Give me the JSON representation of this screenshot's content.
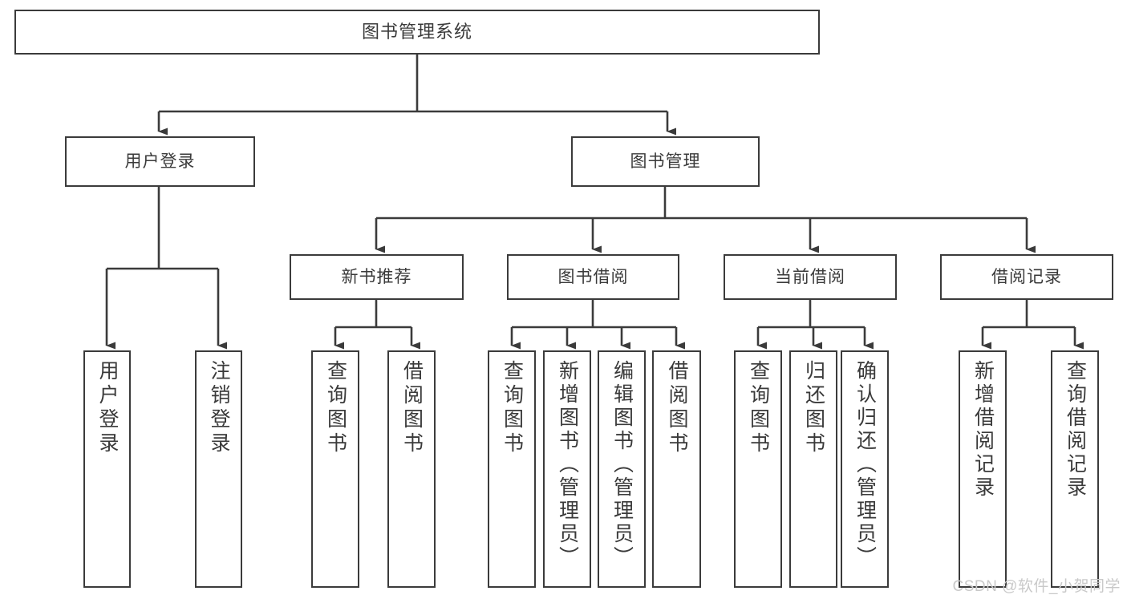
{
  "diagram": {
    "title": "图书管理系统",
    "type": "tree",
    "watermark": "CSDN @软件_小贺同学",
    "colors": {
      "box_border": "#3b3b3b",
      "box_fill": "#ffffff",
      "edge": "#3b3b3b",
      "text": "#3a3a3a",
      "watermark": "#c9c9c9",
      "background": "#ffffff"
    },
    "levels": {
      "root": "图书管理系统",
      "level2": [
        "用户登录",
        "图书管理"
      ],
      "level3": [
        "新书推荐",
        "图书借阅",
        "当前借阅",
        "借阅记录"
      ]
    },
    "nodes": {
      "root": {
        "label": "图书管理系统"
      },
      "user_login": {
        "label": "用户登录"
      },
      "book_manage": {
        "label": "图书管理"
      },
      "new_book_rec": {
        "label": "新书推荐"
      },
      "book_borrow": {
        "label": "图书借阅"
      },
      "current_borrow": {
        "label": "当前借阅"
      },
      "borrow_record": {
        "label": "借阅记录"
      },
      "leaf_user_login": {
        "label": "用户登录"
      },
      "leaf_logout": {
        "label": "注销登录"
      },
      "leaf_query_book_1": {
        "label": "查询图书"
      },
      "leaf_borrow_book_1": {
        "label": "借阅图书"
      },
      "leaf_query_book_2": {
        "label": "查询图书"
      },
      "leaf_add_book": {
        "label": "新增图书（管理员）"
      },
      "leaf_edit_book": {
        "label": "编辑图书（管理员）"
      },
      "leaf_borrow_book_2": {
        "label": "借阅图书"
      },
      "leaf_query_book_3": {
        "label": "查询图书"
      },
      "leaf_return_book": {
        "label": "归还图书"
      },
      "leaf_confirm_return": {
        "label": "确认归还（管理员）"
      },
      "leaf_add_record": {
        "label": "新增借阅记录"
      },
      "leaf_query_record": {
        "label": "查询借阅记录"
      }
    },
    "edges": [
      {
        "from": "root",
        "to": "user_login"
      },
      {
        "from": "root",
        "to": "book_manage"
      },
      {
        "from": "user_login",
        "to": "leaf_user_login"
      },
      {
        "from": "user_login",
        "to": "leaf_logout"
      },
      {
        "from": "book_manage",
        "to": "new_book_rec"
      },
      {
        "from": "book_manage",
        "to": "book_borrow"
      },
      {
        "from": "book_manage",
        "to": "current_borrow"
      },
      {
        "from": "book_manage",
        "to": "borrow_record"
      },
      {
        "from": "new_book_rec",
        "to": "leaf_query_book_1"
      },
      {
        "from": "new_book_rec",
        "to": "leaf_borrow_book_1"
      },
      {
        "from": "book_borrow",
        "to": "leaf_query_book_2"
      },
      {
        "from": "book_borrow",
        "to": "leaf_add_book"
      },
      {
        "from": "book_borrow",
        "to": "leaf_edit_book"
      },
      {
        "from": "book_borrow",
        "to": "leaf_borrow_book_2"
      },
      {
        "from": "current_borrow",
        "to": "leaf_query_book_3"
      },
      {
        "from": "current_borrow",
        "to": "leaf_return_book"
      },
      {
        "from": "current_borrow",
        "to": "leaf_confirm_return"
      },
      {
        "from": "borrow_record",
        "to": "leaf_add_record"
      },
      {
        "from": "borrow_record",
        "to": "leaf_query_record"
      }
    ]
  }
}
